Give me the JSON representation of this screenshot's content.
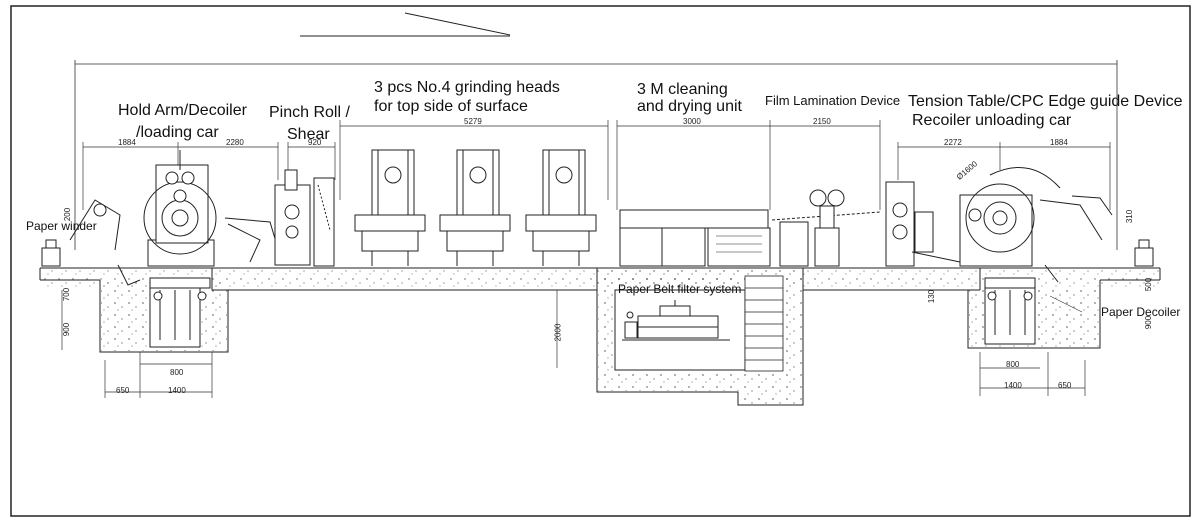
{
  "labels": {
    "hold_arm": "Hold Arm/Decoiler",
    "loading_car": "/loading car",
    "pinch_roll": "Pinch Roll /",
    "shear": "Shear",
    "grinding_1": "3 pcs No.4 grinding heads",
    "grinding_2": "for top side of surface",
    "cleaning_1": "3 M cleaning",
    "cleaning_2": "and drying unit",
    "film": "Film Lamination Device",
    "tension": "Tension Table/CPC Edge guide Device",
    "recoiler": "Recoiler unloading car",
    "paper_winder": "Paper winder",
    "paper_belt": "Paper Belt filter system",
    "paper_decoiler": "Paper Decoiler"
  },
  "dimensions": {
    "d1884_left": "1884",
    "d2280": "2280",
    "d920": "920",
    "d5279": "5279",
    "d3000": "3000",
    "d2150": "2150",
    "d2272": "2272",
    "d1884_right": "1884",
    "d200": "200",
    "d700": "700",
    "d900": "900",
    "d800_left": "800",
    "d650_left": "650",
    "d1400_left": "1400",
    "d2000": "2000",
    "d1600": "Ø1600",
    "d130": "130",
    "d310": "310",
    "d500": "500",
    "d900_right": "900",
    "d800_right": "800",
    "d1400_right": "1400",
    "d650_right": "650"
  }
}
